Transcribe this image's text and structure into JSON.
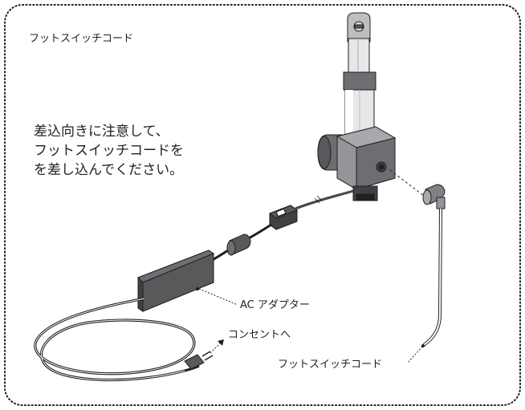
{
  "header_title": "フットスイッチコード",
  "instruction": {
    "lines": [
      "差込向きに注意して、",
      "フットスイッチコードを",
      "を差し込んでください。"
    ]
  },
  "labels": {
    "ac_adapter": "AC アダプター",
    "outlet": "コンセントへ",
    "foot_switch_cord": "フットスイッチコード"
  },
  "colors": {
    "body_dark": "#58595b",
    "body_mid": "#808285",
    "body_light": "#a7a9ac",
    "rod": "#d1d3d4",
    "outline": "#231f20",
    "border": "#231f20"
  }
}
